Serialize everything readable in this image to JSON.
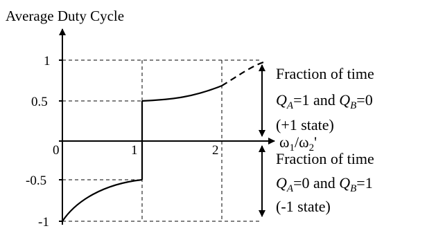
{
  "title": "Average Duty Cycle",
  "y_ticks": [
    "1",
    "0.5",
    "-0.5",
    "-1"
  ],
  "x_ticks": [
    "0",
    "1",
    "2"
  ],
  "x_axis_label": {
    "main1": "ω",
    "sub1": "1",
    "slash": "/ω",
    "sub2": "2",
    "prime": "'"
  },
  "upper_annotation": {
    "line1": "Fraction of time",
    "qa": "Q",
    "qa_sub": "A",
    "qa_eq": "=1 and ",
    "qb": "Q",
    "qb_sub": "B",
    "qb_eq": "=0",
    "line3": "(+1 state)"
  },
  "lower_annotation": {
    "line1": "Fraction of time",
    "qa": "Q",
    "qa_sub": "A",
    "qa_eq": "=0 and ",
    "qb": "Q",
    "qb_sub": "B",
    "qb_eq": "=1",
    "line3": "(-1 state)"
  }
}
